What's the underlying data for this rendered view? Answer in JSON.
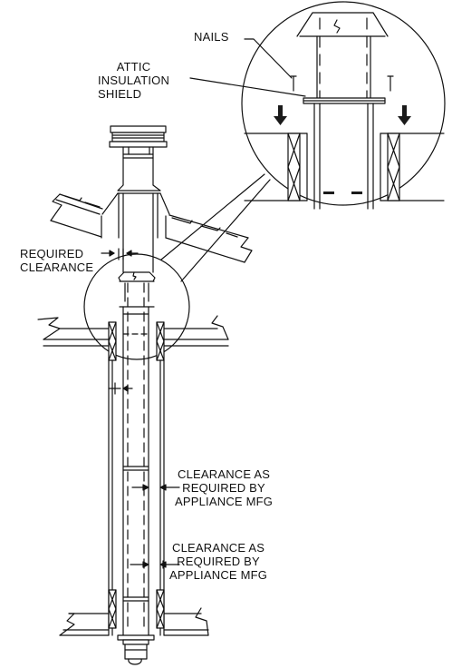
{
  "labels": {
    "nails": "NAILS",
    "attic_shield": [
      "ATTIC",
      "INSULATION",
      "SHIELD"
    ],
    "required_clearance": [
      "REQUIRED",
      "CLEARANCE"
    ],
    "clearance_upper": [
      "CLEARANCE AS",
      "REQUIRED BY",
      "APPLIANCE MFG"
    ],
    "clearance_lower": [
      "CLEARANCE AS",
      "REQUIRED BY",
      "APPLIANCE MFG"
    ]
  },
  "colors": {
    "line": "#111111",
    "background": "#ffffff",
    "fill_dark": "#1a1a1a"
  }
}
